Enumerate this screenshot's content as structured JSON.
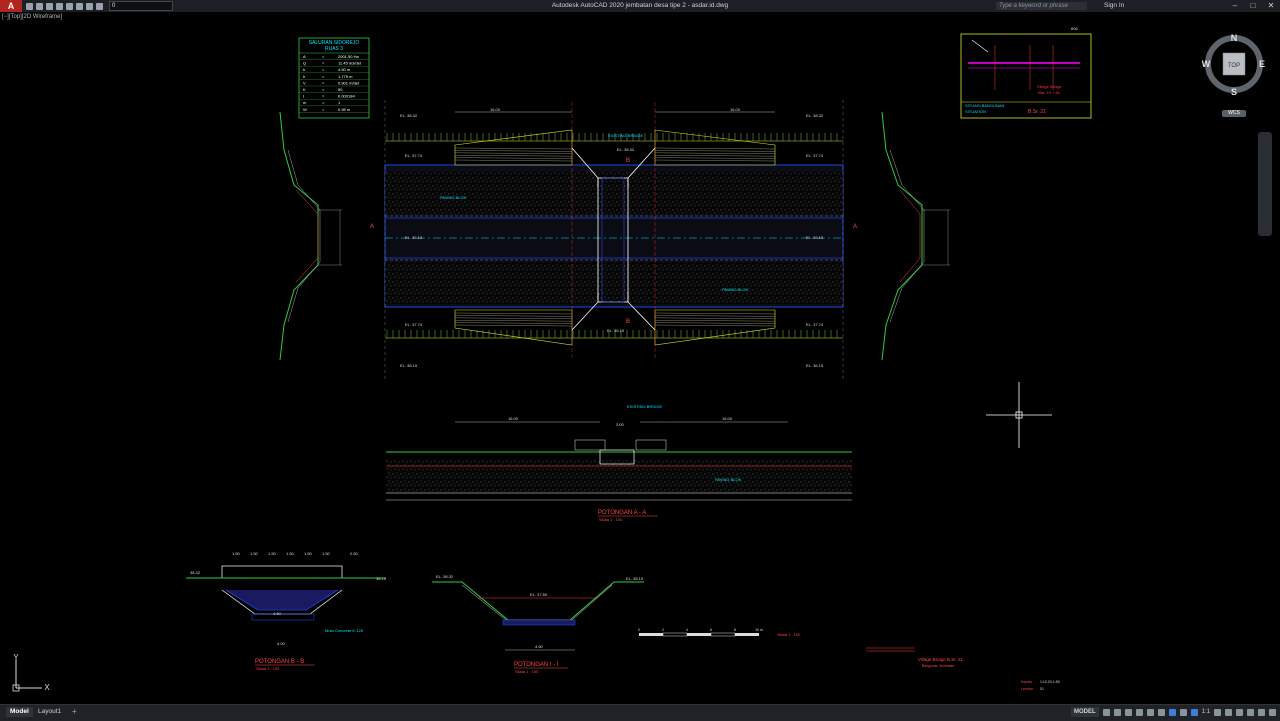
{
  "window": {
    "app_title": "Autodesk AutoCAD 2020",
    "file_name": "jembatan desa tipe 2 - asdar.id.dwg",
    "layer_value": "0",
    "search_placeholder": "Type a keyword or phrase",
    "sign_in": "Sign In"
  },
  "viewport": {
    "label": "[−][Top][2D Wireframe]"
  },
  "viewcube": {
    "north": "N",
    "south": "S",
    "east": "E",
    "west": "W",
    "face": "TOP",
    "wcs": "WCS"
  },
  "ucs": {
    "x": "X",
    "y": "Y"
  },
  "tabs": [
    {
      "label": "Model",
      "active": true
    },
    {
      "label": "Layout1",
      "active": false
    }
  ],
  "status": {
    "model": "MODEL",
    "scale": "1:1"
  },
  "drawing": {
    "table": {
      "title1": "SALURAN SIDOREJO",
      "title2": "RUAS 3",
      "rows": [
        {
          "k": "A",
          "eq": "=",
          "v": "2001.50 Ha"
        },
        {
          "k": "Q",
          "eq": "=",
          "v": "11.45 m3/det"
        },
        {
          "k": "b",
          "eq": "=",
          "v": "4.50 m"
        },
        {
          "k": "h",
          "eq": "=",
          "v": "1.775 m"
        },
        {
          "k": "V",
          "eq": "=",
          "v": "0.901 m/det"
        },
        {
          "k": "K",
          "eq": "=",
          "v": "50"
        },
        {
          "k": "I",
          "eq": "=",
          "v": "0.000184"
        },
        {
          "k": "m",
          "eq": "=",
          "v": "1"
        },
        {
          "k": "W",
          "eq": "=",
          "v": "0.95 m"
        }
      ]
    },
    "plan": {
      "dim_left": "16.00",
      "dim_right": "16.00",
      "existing_bridge": "EXISTING BRIDGE",
      "el_top_left": "EL. 38.32",
      "el_top_right": "EL. 38.32",
      "el_mid_left": "EL. 37.74",
      "el_mid_right": "EL. 37.74",
      "el_center_left": "EL. 36.13",
      "el_center_right": "EL. 36.13",
      "el_bridge_top": "EL. 38.32",
      "el_bridge_bottom": "EL. 36.15",
      "el_low_left": "EL. 37.74",
      "el_low_right": "EL. 37.74",
      "el_bottom_left": "EL. 36.15",
      "el_bottom_right": "EL. 36.15",
      "section_a": "A",
      "section_b": "B",
      "paving_left": "PAVING BLOK",
      "paving_right": "PAVING BLOK"
    },
    "section_aa": {
      "title": "POTONGAN  A - A",
      "scale": "Skala  1 : 100",
      "existing_bridge": "EXISTING BRIDGE",
      "dim_left": "16.00",
      "dim_right": "16.00",
      "dim_center": "2.00",
      "paving": "PAVING BLOK"
    },
    "section_bb": {
      "title": "POTONGAN  B - B",
      "scale": "Skala  1 : 100",
      "dims": [
        "1.50",
        "1.50",
        "1.50",
        "1.50",
        "1.50",
        "1.50"
      ],
      "dim_end": "0.50",
      "dim_mid": "4.50",
      "dim_bottom": "4.00",
      "note": "Mutu Concrete K-125",
      "el_left": "38.32",
      "el_right": "38.15"
    },
    "section_ii": {
      "title": "POTONGAN  I - I",
      "scale": "Skala  1 : 100",
      "el_center": "EL. 37.80",
      "el_left": "EL. 38.32",
      "el_right": "EL. 38.15",
      "dim_bottom": "4.50"
    },
    "scalebar": {
      "ticks": [
        "0",
        "2",
        "4",
        "6",
        "8",
        "10 m"
      ],
      "label": "Skala  1 : 100"
    },
    "location": {
      "header": "606",
      "label1": "SITUASI BANGUNAN",
      "label2": "SITUATION",
      "code": "B.Sr. 21",
      "note1": "Village Bridge",
      "note2": "+Bd. 10 + 60"
    },
    "titleblock": {
      "line1": "Village Bridge B.Sr. 21",
      "line2": "Bangunan Jembatan",
      "field1_k": "Kepala",
      "field1_v": "1:10,20-1:50",
      "field2_k": "Lembar",
      "field2_v": "01"
    }
  }
}
